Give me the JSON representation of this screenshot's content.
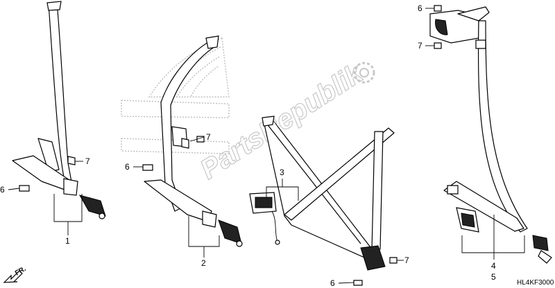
{
  "diagram": {
    "callouts": {
      "c1": "1",
      "c2": "2",
      "c3": "3",
      "c4": "4",
      "c5": "5",
      "c6a": "6",
      "c6b": "6",
      "c6c": "6",
      "c6d": "6",
      "c7a": "7",
      "c7b": "7",
      "c7c": "7",
      "c7d": "7"
    },
    "watermark": "PartsRepublik",
    "diagram_code": "HL4KF3000",
    "direction_label": "FR."
  }
}
